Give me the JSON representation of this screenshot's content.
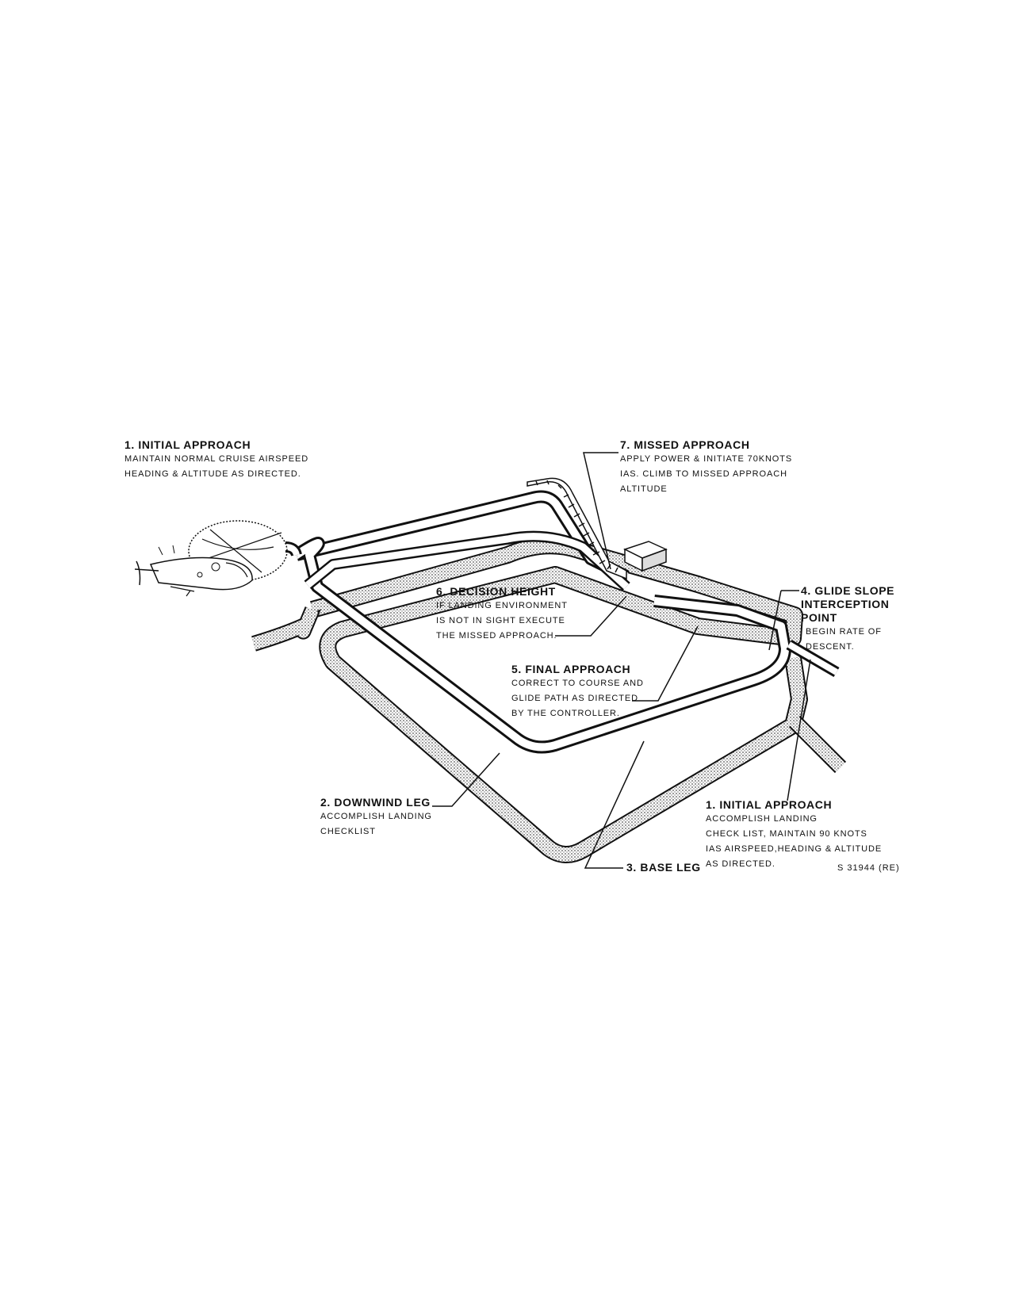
{
  "labels": {
    "initial_approach_top": {
      "title": "1. INITIAL APPROACH",
      "lines": [
        "MAINTAIN NORMAL CRUISE AIRSPEED",
        "HEADING & ALTITUDE AS DIRECTED."
      ]
    },
    "missed_approach": {
      "title": "7. MISSED APPROACH",
      "lines": [
        "APPLY POWER & INITIATE 70KNOTS",
        "IAS. CLIMB TO MISSED APPROACH",
        "ALTITUDE"
      ]
    },
    "decision_height": {
      "title": "6. DECISION HEIGHT",
      "lines": [
        "IF LANDING ENVIRONMENT",
        "IS NOT IN SIGHT EXECUTE",
        "THE MISSED APPROACH."
      ]
    },
    "glide_slope": {
      "title_lines": [
        "4. GLIDE SLOPE",
        "INTERCEPTION",
        "POINT"
      ],
      "lines": [
        "BEGIN RATE OF",
        "DESCENT."
      ]
    },
    "final_approach": {
      "title": "5. FINAL APPROACH",
      "lines": [
        "CORRECT TO COURSE AND",
        "GLIDE PATH AS DIRECTED",
        "BY THE CONTROLLER."
      ]
    },
    "downwind_leg": {
      "title": "2. DOWNWIND LEG",
      "lines": [
        "ACCOMPLISH LANDING",
        "CHECKLIST"
      ]
    },
    "initial_approach_bottom": {
      "title": "1. INITIAL APPROACH",
      "lines": [
        "ACCOMPLISH LANDING",
        "CHECK LIST, MAINTAIN 90 KNOTS",
        "IAS AIRSPEED,HEADING & ALTITUDE",
        "AS DIRECTED."
      ]
    },
    "base_leg": {
      "title": "3. BASE LEG"
    },
    "figure_code": "S 31944 (RE)"
  },
  "icons": {
    "helicopter": "helicopter-icon",
    "ground_station": "radar-station-icon"
  }
}
